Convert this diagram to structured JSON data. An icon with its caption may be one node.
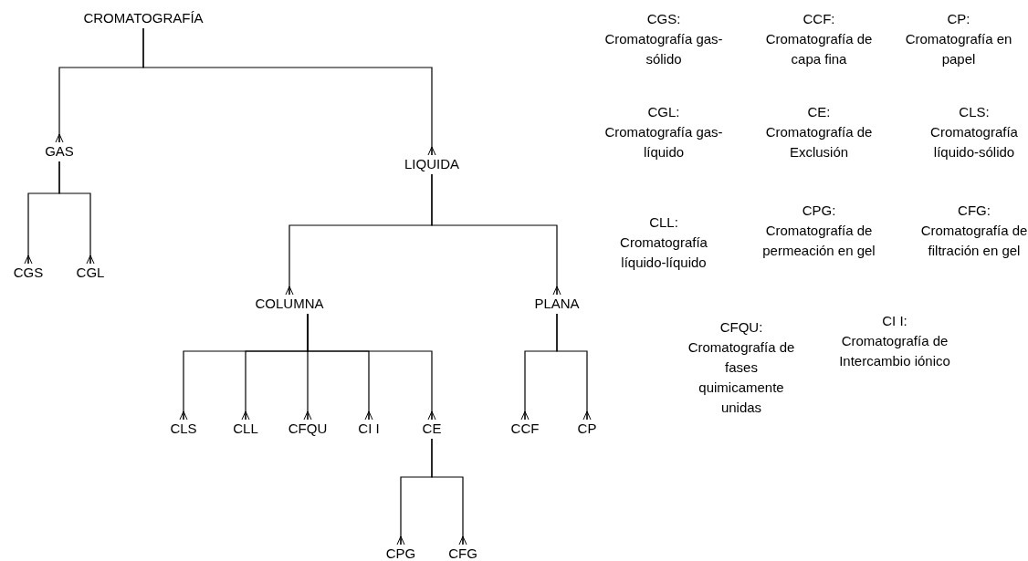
{
  "diagram": {
    "nodes": [
      {
        "text": [
          "CROMATOGRAFÍA"
        ]
      },
      {
        "text": [
          "GAS"
        ]
      },
      {
        "text": [
          "LIQUIDA"
        ]
      },
      {
        "text": [
          "CGS"
        ]
      },
      {
        "text": [
          "CGL"
        ]
      },
      {
        "text": [
          "COLUMNA"
        ]
      },
      {
        "text": [
          "PLANA"
        ]
      },
      {
        "text": [
          "CLS"
        ]
      },
      {
        "text": [
          "CLL"
        ]
      },
      {
        "text": [
          "CFQU"
        ]
      },
      {
        "text": [
          "CI I"
        ]
      },
      {
        "text": [
          "CE"
        ]
      },
      {
        "text": [
          "CCF"
        ]
      },
      {
        "text": [
          "CP"
        ]
      },
      {
        "text": [
          "CPG"
        ]
      },
      {
        "text": [
          "CFG"
        ]
      }
    ],
    "edges": [
      {
        "from": 0,
        "to": 1,
        "arrow": "other"
      },
      {
        "from": 0,
        "to": 2,
        "arrow": "other"
      },
      {
        "from": 1,
        "to": 3,
        "arrow": "other"
      },
      {
        "from": 1,
        "to": 4,
        "arrow": "other"
      },
      {
        "from": 2,
        "to": 5,
        "arrow": "other"
      },
      {
        "from": 2,
        "to": 6,
        "arrow": "other"
      },
      {
        "from": 5,
        "to": 7,
        "arrow": "other"
      },
      {
        "from": 5,
        "to": 8,
        "arrow": "other"
      },
      {
        "from": 5,
        "to": 9,
        "arrow": "other"
      },
      {
        "from": 5,
        "to": 10,
        "arrow": "other"
      },
      {
        "from": 5,
        "to": 11,
        "arrow": "other"
      },
      {
        "from": 6,
        "to": 12,
        "arrow": "other"
      },
      {
        "from": 6,
        "to": 13,
        "arrow": "other"
      },
      {
        "from": 11,
        "to": 14,
        "arrow": "other"
      },
      {
        "from": 11,
        "to": 15,
        "arrow": "other"
      }
    ],
    "labels": [
      "CGS:",
      "Cromatografía gas- sólido",
      "CCF:",
      "Cromatografía de capa fina",
      "CP:",
      "Cromatografía en papel",
      "CGL:",
      "Cromatografía gas-líquido",
      "CE:",
      "Cromatografía de Exclusión",
      "CLS:",
      "Cromatografía líquido-sólido",
      "CLL:",
      "Cromatografía líquido-líquido",
      "CPG:",
      "Cromatografía de permeación en gel",
      "CFG:",
      "Cromatografía de filtración en gel",
      "CFQU:",
      "Cromatografía de fases quimicamente unidas",
      "CI I:",
      "Cromatografía de Intercambio iónico"
    ]
  }
}
